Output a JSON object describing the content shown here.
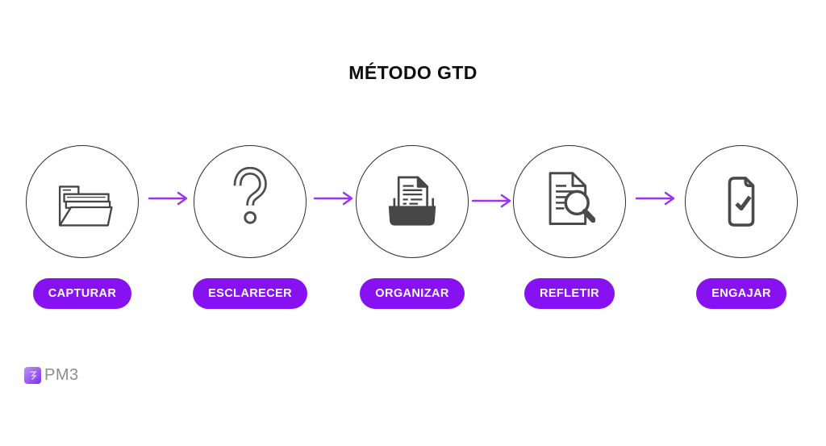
{
  "title": "MÉTODO GTD",
  "steps": [
    {
      "label": "CAPTURAR",
      "icon": "open-folder-icon"
    },
    {
      "label": "ESCLARECER",
      "icon": "question-mark-icon"
    },
    {
      "label": "ORGANIZAR",
      "icon": "document-in-box-icon"
    },
    {
      "label": "REFLETIR",
      "icon": "document-magnifier-icon"
    },
    {
      "label": "ENGAJAR",
      "icon": "document-check-icon"
    }
  ],
  "arrows": {
    "count": 4,
    "icon": "right-arrow-icon",
    "color": "#9d32f3"
  },
  "colors": {
    "background": "#ffffff",
    "pill_background": "#8811f2",
    "pill_text": "#ffffff",
    "arrow": "#9d32f3",
    "circle_border": "#2e2e2e",
    "icon_gray": "#4a4a4a",
    "title_text": "#0d0d0d",
    "logo_text": "#8d8d8d",
    "logo_gradient_start": "#bb92f3",
    "logo_gradient_end": "#7d2ff0"
  },
  "logo": {
    "text": "PM3",
    "icon": "pm3-mark-icon"
  }
}
